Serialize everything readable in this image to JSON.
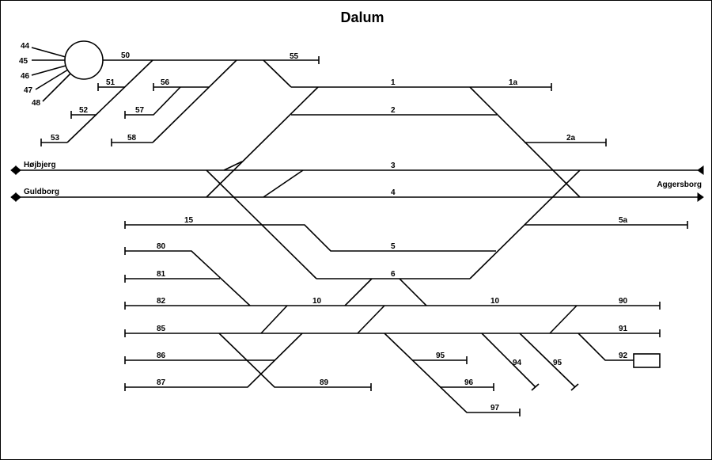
{
  "title": "Dalum",
  "destinations": {
    "hojbjerg": "Højbjerg",
    "guldborg": "Guldborg",
    "aggersborg": "Aggersborg"
  },
  "turntable_tracks": [
    "44",
    "45",
    "46",
    "47",
    "48"
  ],
  "tracks": {
    "t1": "1",
    "t1a": "1a",
    "t2": "2",
    "t2a": "2a",
    "t3": "3",
    "t4": "4",
    "t5": "5",
    "t5a": "5a",
    "t6": "6",
    "t10a": "10",
    "t10b": "10",
    "t15": "15",
    "t50": "50",
    "t51": "51",
    "t52": "52",
    "t53": "53",
    "t55": "55",
    "t56": "56",
    "t57": "57",
    "t58": "58",
    "t80": "80",
    "t81": "81",
    "t82": "82",
    "t85": "85",
    "t86": "86",
    "t87": "87",
    "t89": "89",
    "t90": "90",
    "t91": "91",
    "t92": "92",
    "t94": "94",
    "t95a": "95",
    "t95b": "95",
    "t96": "96",
    "t97": "97"
  }
}
